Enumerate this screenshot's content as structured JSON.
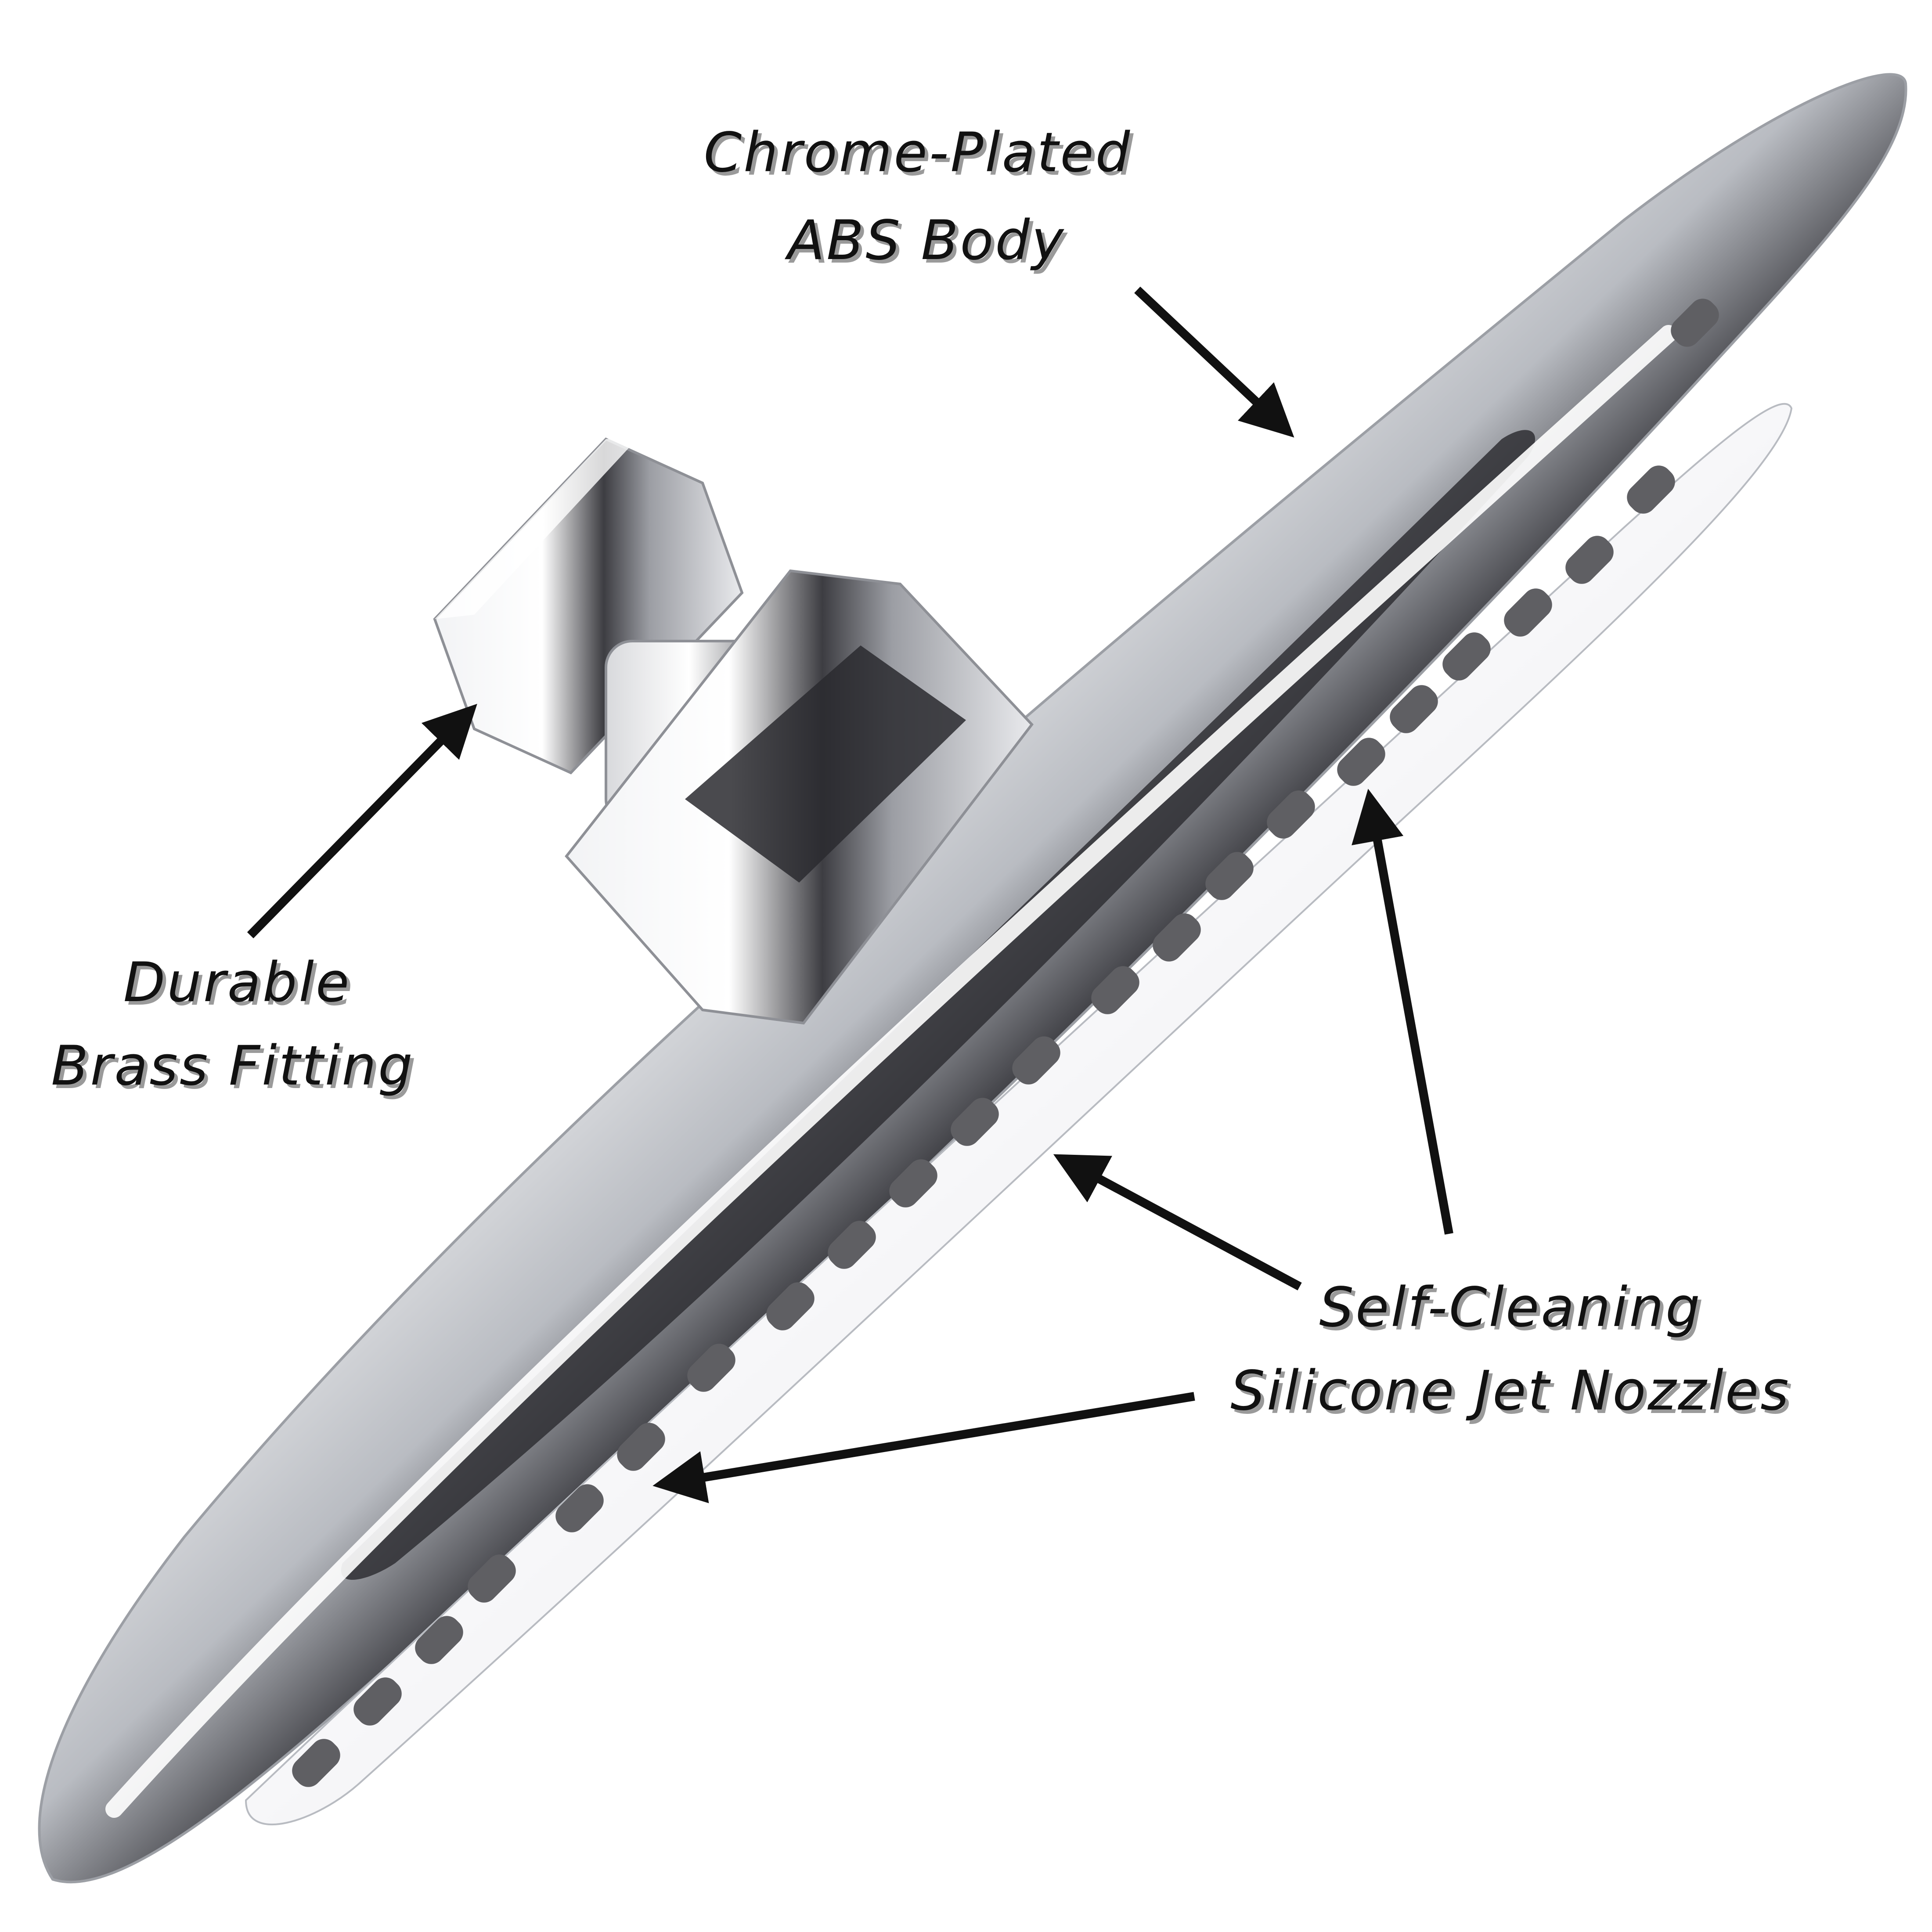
{
  "diagram": {
    "subject": "shower-head",
    "callouts": [
      {
        "id": "body",
        "lines": [
          "Chrome-Plated",
          "ABS Body"
        ]
      },
      {
        "id": "fitting",
        "lines": [
          "Durable",
          "Brass Fitting"
        ]
      },
      {
        "id": "nozzles",
        "lines": [
          "Self-Cleaning",
          "Silicone Jet Nozzles"
        ]
      }
    ]
  },
  "colors": {
    "chrome_highlight": "#ffffff",
    "chrome_mid": "#c9ccd1",
    "chrome_dark": "#3a3a3e",
    "nozzle": "#5f5f63",
    "arrow": "#111111",
    "label": "#111111"
  }
}
